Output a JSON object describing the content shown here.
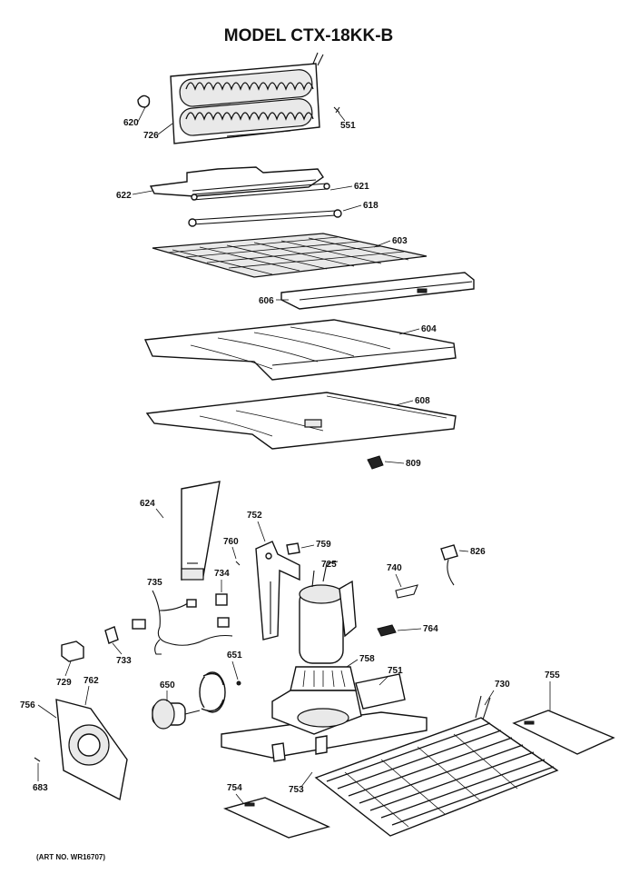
{
  "title": "MODEL CTX-18KK-B",
  "art_number": "(ART NO. WR16707)",
  "callouts": {
    "c620": "620",
    "c726": "726",
    "c551": "551",
    "c622": "622",
    "c621": "621",
    "c618": "618",
    "c603": "603",
    "c606": "606",
    "c604": "604",
    "c608": "608",
    "c809": "809",
    "c624": "624",
    "c752": "752",
    "c759": "759",
    "c760": "760",
    "c725": "725",
    "c740": "740",
    "c826": "826",
    "c735": "735",
    "c734": "734",
    "c764": "764",
    "c733": "733",
    "c729": "729",
    "c651": "651",
    "c758": "758",
    "c751": "751",
    "c730": "730",
    "c755": "755",
    "c762": "762",
    "c650": "650",
    "c756": "756",
    "c683": "683",
    "c754": "754",
    "c753": "753"
  }
}
